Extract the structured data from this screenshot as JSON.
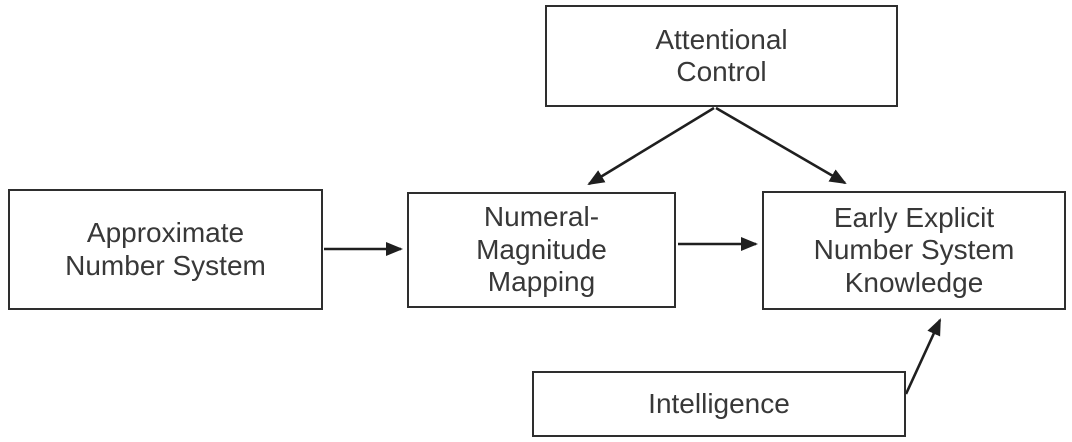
{
  "diagram": {
    "type": "flow-diagram",
    "nodes": {
      "attentional_control": {
        "lines": [
          "Attentional",
          "Control"
        ]
      },
      "approximate_number_system": {
        "lines": [
          "Approximate",
          "Number System"
        ]
      },
      "numeral_magnitude_mapping": {
        "lines": [
          "Numeral-",
          "Magnitude",
          "Mapping"
        ]
      },
      "early_explicit_number_system_knowledge": {
        "lines": [
          "Early Explicit",
          "Number System",
          "Knowledge"
        ]
      },
      "intelligence": {
        "lines": [
          "Intelligence"
        ]
      }
    },
    "edges": [
      {
        "from": "approximate_number_system",
        "to": "numeral_magnitude_mapping"
      },
      {
        "from": "numeral_magnitude_mapping",
        "to": "early_explicit_number_system_knowledge"
      },
      {
        "from": "attentional_control",
        "to": "numeral_magnitude_mapping"
      },
      {
        "from": "attentional_control",
        "to": "early_explicit_number_system_knowledge"
      },
      {
        "from": "intelligence",
        "to": "early_explicit_number_system_knowledge"
      }
    ],
    "colors": {
      "background": "#ffffff",
      "box_border": "#2e2e2e",
      "text": "#383838",
      "arrow": "#1f1f1f"
    }
  }
}
